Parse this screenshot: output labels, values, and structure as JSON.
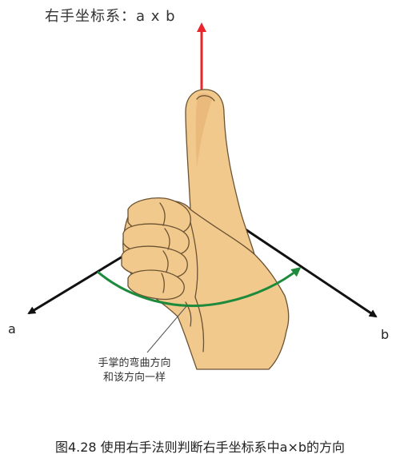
{
  "title": "右手坐标系：a x b",
  "axis_a_label": "a",
  "axis_b_label": "b",
  "annotation": {
    "line1": "手掌的弯曲方向",
    "line2": "和该方向一样"
  },
  "caption": "图4.28 使用右手法则判断右手坐标系中a×b的方向",
  "colors": {
    "result_vector": "#e8262b",
    "curl_arrow": "#1e8a3c",
    "axis": "#111111",
    "skin": "#f2c98c",
    "skin_shadow": "#e3b070",
    "outline": "#6b5232"
  }
}
